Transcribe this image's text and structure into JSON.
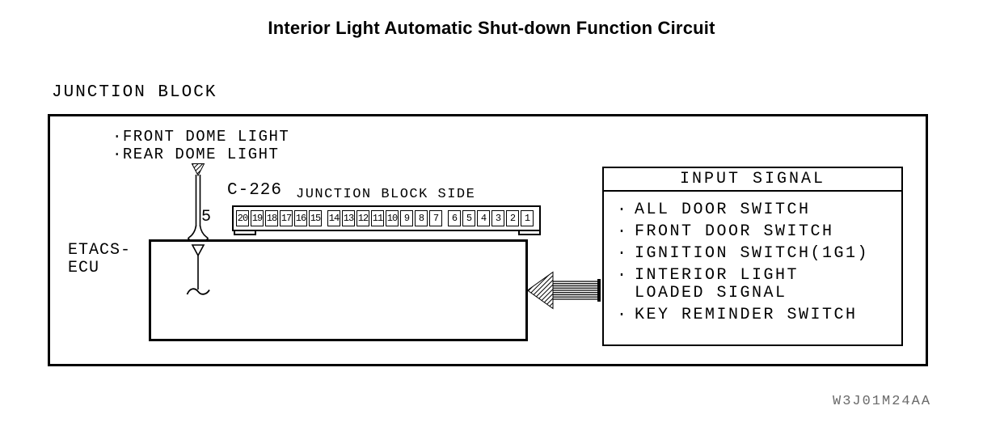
{
  "title": "Interior Light Automatic Shut-down Function Circuit",
  "diagram": {
    "junction_block_label": "JUNCTION BLOCK",
    "dome_lights": [
      "·FRONT DOME LIGHT",
      "·REAR DOME LIGHT"
    ],
    "wire_pin_number": "5",
    "connector": {
      "id": "C-226",
      "side_label": "JUNCTION BLOCK SIDE",
      "pins": [
        "20",
        "19",
        "18",
        "17",
        "16",
        "15",
        "14",
        "13",
        "12",
        "11",
        "10",
        "9",
        "8",
        "7",
        "6",
        "5",
        "4",
        "3",
        "2",
        "1"
      ]
    },
    "ecu_label": "ETACS-\nECU",
    "input_signal": {
      "header": "INPUT SIGNAL",
      "items": [
        {
          "bullet": "·",
          "label": "ALL DOOR SWITCH"
        },
        {
          "bullet": "·",
          "label": "FRONT DOOR SWITCH"
        },
        {
          "bullet": "·",
          "label": "IGNITION SWITCH(1G1)"
        },
        {
          "bullet": "·",
          "label": "INTERIOR LIGHT\nLOADED SIGNAL"
        },
        {
          "bullet": "·",
          "label": "KEY REMINDER SWITCH"
        }
      ]
    },
    "figure_code": "W3J01M24AA"
  },
  "colors": {
    "line": "#000000",
    "background": "#ffffff",
    "figure_code_text": "#6b6b6b"
  }
}
